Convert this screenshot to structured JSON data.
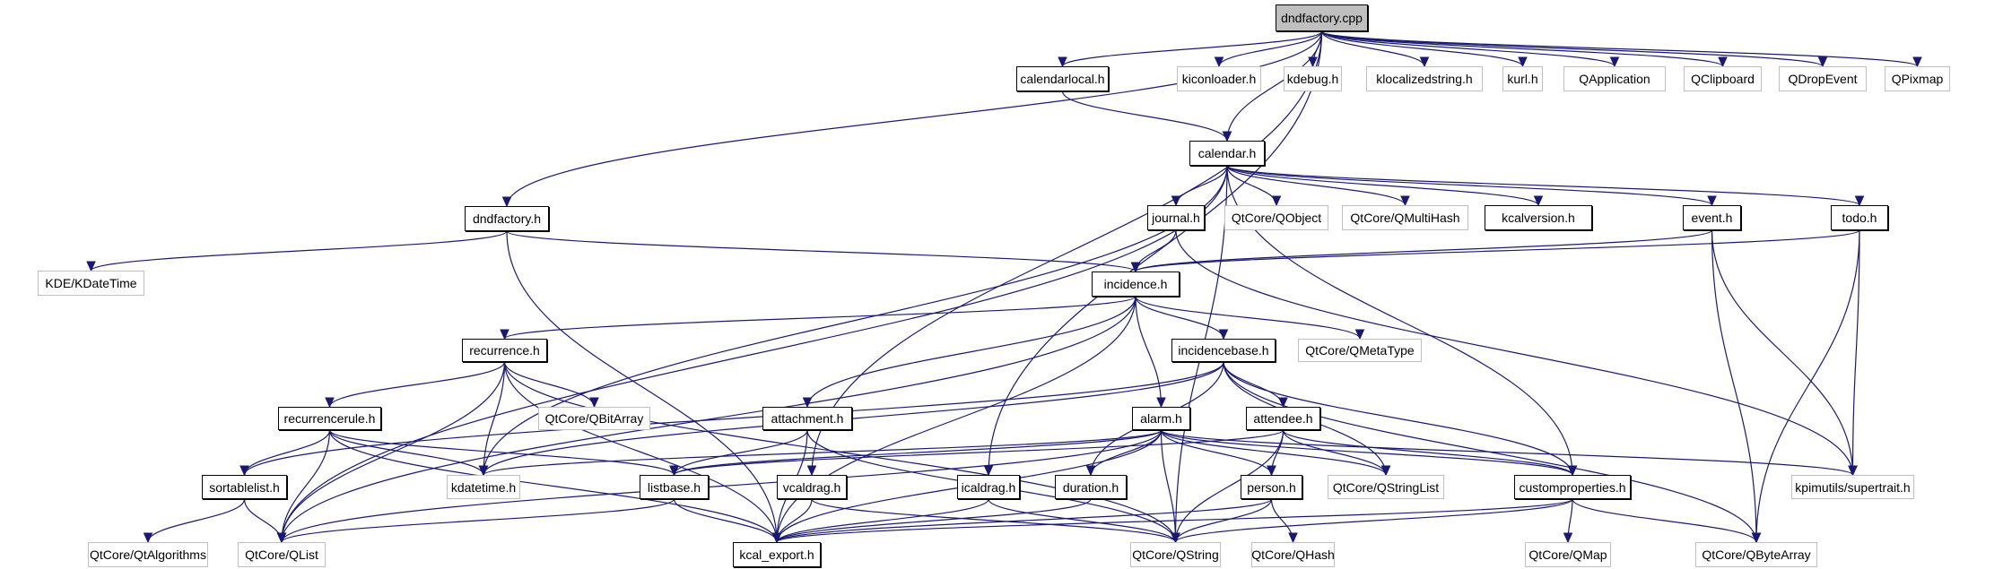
{
  "title": "dndfactory.cpp include dependency graph",
  "colors": {
    "edge": "#191970",
    "root_fill": "#bfbfbf",
    "local_border": "#000000",
    "external_border": "#bfbfbf"
  },
  "nodes": {
    "dndfactory_cpp": {
      "label": "dndfactory.cpp",
      "kind": "root"
    },
    "calendarlocal_h": {
      "label": "calendarlocal.h",
      "kind": "local"
    },
    "kiconloader_h": {
      "label": "kiconloader.h",
      "kind": "external"
    },
    "kdebug_h": {
      "label": "kdebug.h",
      "kind": "external"
    },
    "klocalizedstring_h": {
      "label": "klocalizedstring.h",
      "kind": "external"
    },
    "kurl_h": {
      "label": "kurl.h",
      "kind": "external"
    },
    "QApplication": {
      "label": "QApplication",
      "kind": "external"
    },
    "QClipboard": {
      "label": "QClipboard",
      "kind": "external"
    },
    "QDropEvent": {
      "label": "QDropEvent",
      "kind": "external"
    },
    "QPixmap": {
      "label": "QPixmap",
      "kind": "external"
    },
    "calendar_h": {
      "label": "calendar.h",
      "kind": "local"
    },
    "dndfactory_h": {
      "label": "dndfactory.h",
      "kind": "local"
    },
    "journal_h": {
      "label": "journal.h",
      "kind": "local"
    },
    "QObject": {
      "label": "QtCore/QObject",
      "kind": "external"
    },
    "QMultiHash": {
      "label": "QtCore/QMultiHash",
      "kind": "external"
    },
    "kcalversion_h": {
      "label": "kcalversion.h",
      "kind": "local"
    },
    "event_h": {
      "label": "event.h",
      "kind": "local"
    },
    "todo_h": {
      "label": "todo.h",
      "kind": "local"
    },
    "KDateTime": {
      "label": "KDE/KDateTime",
      "kind": "external"
    },
    "incidence_h": {
      "label": "incidence.h",
      "kind": "local"
    },
    "recurrence_h": {
      "label": "recurrence.h",
      "kind": "local"
    },
    "incidencebase_h": {
      "label": "incidencebase.h",
      "kind": "local"
    },
    "QMetaType": {
      "label": "QtCore/QMetaType",
      "kind": "external"
    },
    "recurrencerule_h": {
      "label": "recurrencerule.h",
      "kind": "local"
    },
    "QBitArray": {
      "label": "QtCore/QBitArray",
      "kind": "external"
    },
    "attachment_h": {
      "label": "attachment.h",
      "kind": "local"
    },
    "alarm_h": {
      "label": "alarm.h",
      "kind": "local"
    },
    "attendee_h": {
      "label": "attendee.h",
      "kind": "local"
    },
    "sortablelist_h": {
      "label": "sortablelist.h",
      "kind": "local"
    },
    "kdatetime_h": {
      "label": "kdatetime.h",
      "kind": "external"
    },
    "listbase_h": {
      "label": "listbase.h",
      "kind": "local"
    },
    "vcaldrag_h": {
      "label": "vcaldrag.h",
      "kind": "local"
    },
    "icaldrag_h": {
      "label": "icaldrag.h",
      "kind": "local"
    },
    "duration_h": {
      "label": "duration.h",
      "kind": "local"
    },
    "person_h": {
      "label": "person.h",
      "kind": "local"
    },
    "QStringList": {
      "label": "QtCore/QStringList",
      "kind": "external"
    },
    "customproperties_h": {
      "label": "customproperties.h",
      "kind": "local"
    },
    "supertrait_h": {
      "label": "kpimutils/supertrait.h",
      "kind": "external"
    },
    "QtAlgorithms": {
      "label": "QtCore/QtAlgorithms",
      "kind": "external"
    },
    "QList": {
      "label": "QtCore/QList",
      "kind": "external"
    },
    "kcal_export_h": {
      "label": "kcal_export.h",
      "kind": "local"
    },
    "QString": {
      "label": "QtCore/QString",
      "kind": "external"
    },
    "QHash": {
      "label": "QtCore/QHash",
      "kind": "external"
    },
    "QMap": {
      "label": "QtCore/QMap",
      "kind": "external"
    },
    "QByteArray": {
      "label": "QtCore/QByteArray",
      "kind": "external"
    }
  },
  "edges": [
    [
      "dndfactory_cpp",
      "calendarlocal_h"
    ],
    [
      "dndfactory_cpp",
      "kiconloader_h"
    ],
    [
      "dndfactory_cpp",
      "kdebug_h"
    ],
    [
      "dndfactory_cpp",
      "klocalizedstring_h"
    ],
    [
      "dndfactory_cpp",
      "kurl_h"
    ],
    [
      "dndfactory_cpp",
      "QApplication"
    ],
    [
      "dndfactory_cpp",
      "QClipboard"
    ],
    [
      "dndfactory_cpp",
      "QDropEvent"
    ],
    [
      "dndfactory_cpp",
      "QPixmap"
    ],
    [
      "dndfactory_cpp",
      "calendar_h"
    ],
    [
      "dndfactory_cpp",
      "dndfactory_h"
    ],
    [
      "dndfactory_cpp",
      "icaldrag_h"
    ],
    [
      "dndfactory_cpp",
      "vcaldrag_h"
    ],
    [
      "calendarlocal_h",
      "calendar_h"
    ],
    [
      "calendar_h",
      "journal_h"
    ],
    [
      "calendar_h",
      "QObject"
    ],
    [
      "calendar_h",
      "QMultiHash"
    ],
    [
      "calendar_h",
      "kcalversion_h"
    ],
    [
      "calendar_h",
      "event_h"
    ],
    [
      "calendar_h",
      "todo_h"
    ],
    [
      "calendar_h",
      "customproperties_h"
    ],
    [
      "calendar_h",
      "kdatetime_h"
    ],
    [
      "calendar_h",
      "QList"
    ],
    [
      "calendar_h",
      "QString"
    ],
    [
      "dndfactory_h",
      "KDateTime"
    ],
    [
      "dndfactory_h",
      "incidence_h"
    ],
    [
      "dndfactory_h",
      "kcal_export_h"
    ],
    [
      "journal_h",
      "incidence_h"
    ],
    [
      "journal_h",
      "supertrait_h"
    ],
    [
      "event_h",
      "incidence_h"
    ],
    [
      "event_h",
      "supertrait_h"
    ],
    [
      "event_h",
      "QByteArray"
    ],
    [
      "todo_h",
      "incidence_h"
    ],
    [
      "todo_h",
      "supertrait_h"
    ],
    [
      "todo_h",
      "QByteArray"
    ],
    [
      "incidence_h",
      "recurrence_h"
    ],
    [
      "incidence_h",
      "incidencebase_h"
    ],
    [
      "incidence_h",
      "QMetaType"
    ],
    [
      "incidence_h",
      "attachment_h"
    ],
    [
      "incidence_h",
      "alarm_h"
    ],
    [
      "incidence_h",
      "QList"
    ],
    [
      "incidence_h",
      "kcal_export_h"
    ],
    [
      "recurrence_h",
      "recurrencerule_h"
    ],
    [
      "recurrence_h",
      "QBitArray"
    ],
    [
      "recurrence_h",
      "kdatetime_h"
    ],
    [
      "recurrence_h",
      "QList"
    ],
    [
      "recurrence_h",
      "kcal_export_h"
    ],
    [
      "recurrence_h",
      "QString"
    ],
    [
      "incidencebase_h",
      "attendee_h"
    ],
    [
      "incidencebase_h",
      "duration_h"
    ],
    [
      "incidencebase_h",
      "customproperties_h"
    ],
    [
      "incidencebase_h",
      "QStringList"
    ],
    [
      "incidencebase_h",
      "QByteArray"
    ],
    [
      "incidencebase_h",
      "sortablelist_h"
    ],
    [
      "incidencebase_h",
      "kdatetime_h"
    ],
    [
      "recurrencerule_h",
      "sortablelist_h"
    ],
    [
      "recurrencerule_h",
      "kdatetime_h"
    ],
    [
      "recurrencerule_h",
      "listbase_h"
    ],
    [
      "recurrencerule_h",
      "QList"
    ],
    [
      "recurrencerule_h",
      "kcal_export_h"
    ],
    [
      "attachment_h",
      "listbase_h"
    ],
    [
      "attachment_h",
      "kcal_export_h"
    ],
    [
      "attachment_h",
      "QString"
    ],
    [
      "alarm_h",
      "listbase_h"
    ],
    [
      "alarm_h",
      "kdatetime_h"
    ],
    [
      "alarm_h",
      "duration_h"
    ],
    [
      "alarm_h",
      "person_h"
    ],
    [
      "alarm_h",
      "QStringList"
    ],
    [
      "alarm_h",
      "customproperties_h"
    ],
    [
      "alarm_h",
      "kcal_export_h"
    ],
    [
      "alarm_h",
      "QString"
    ],
    [
      "alarm_h",
      "QList"
    ],
    [
      "alarm_h",
      "supertrait_h"
    ],
    [
      "attendee_h",
      "person_h"
    ],
    [
      "attendee_h",
      "QStringList"
    ],
    [
      "attendee_h",
      "customproperties_h"
    ],
    [
      "attendee_h",
      "listbase_h"
    ],
    [
      "attendee_h",
      "QString"
    ],
    [
      "sortablelist_h",
      "QtAlgorithms"
    ],
    [
      "sortablelist_h",
      "QList"
    ],
    [
      "listbase_h",
      "kcal_export_h"
    ],
    [
      "listbase_h",
      "QList"
    ],
    [
      "vcaldrag_h",
      "kcal_export_h"
    ],
    [
      "vcaldrag_h",
      "QString"
    ],
    [
      "icaldrag_h",
      "kcal_export_h"
    ],
    [
      "icaldrag_h",
      "QString"
    ],
    [
      "duration_h",
      "kcal_export_h"
    ],
    [
      "person_h",
      "kcal_export_h"
    ],
    [
      "person_h",
      "QString"
    ],
    [
      "person_h",
      "QHash"
    ],
    [
      "customproperties_h",
      "QString"
    ],
    [
      "customproperties_h",
      "QMap"
    ],
    [
      "customproperties_h",
      "QByteArray"
    ],
    [
      "customproperties_h",
      "kcal_export_h"
    ]
  ]
}
